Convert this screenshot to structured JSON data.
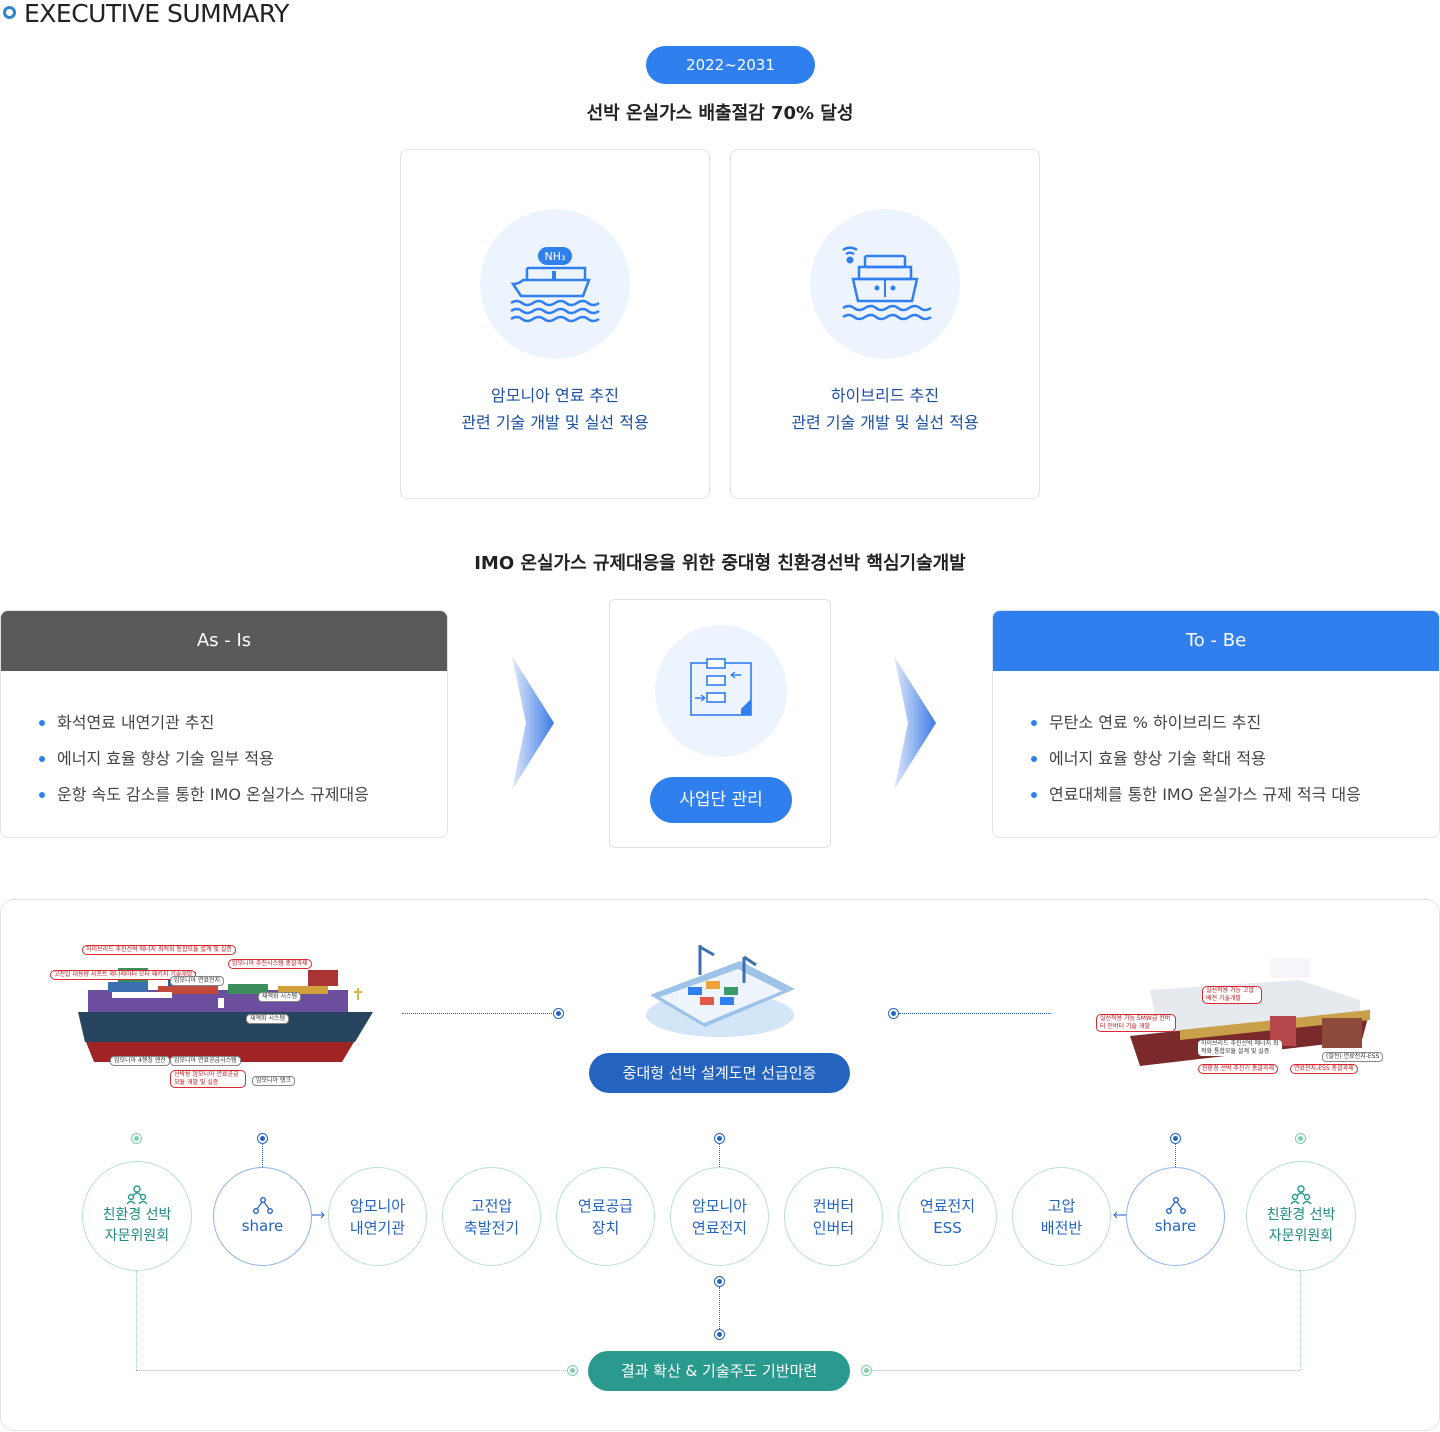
{
  "header": {
    "title": "EXECUTIVE SUMMARY"
  },
  "period": "2022~2031",
  "goal": "선박 온실가스 배출절감 70% 달성",
  "cards": [
    {
      "icon": "ammonia-ship-icon",
      "badge": "NH₃",
      "line1": "암모니아 연료 추진",
      "line2": "관련 기술 개발 및 실선 적용"
    },
    {
      "icon": "hybrid-ship-icon",
      "line1": "하이브리드 추진",
      "line2": "관련 기술 개발 및 실선 적용"
    }
  ],
  "section_title": "IMO 온실가스 규제대응을 위한 중대형 친환경선박 핵심기술개발",
  "as_is": {
    "title": "As - Is",
    "color": "#5a5a5a",
    "items": [
      "화석연료 내연기관 추진",
      "에너지 효율 향상 기술 일부 적용",
      "운항 속도 감소를 통한 IMO 온실가스 규제대응"
    ]
  },
  "center": {
    "label": "사업단 관리",
    "icon": "flowchart-icon"
  },
  "to_be": {
    "title": "To - Be",
    "color": "#2f7fef",
    "items": [
      "무탄소 연료 % 하이브리드 추진",
      "에너지 효율 향상 기술 확대 적용",
      "연료대체를 통한 IMO 온실가스 규제 적극 대응"
    ]
  },
  "left_ship_tags": {
    "t1": "하이브리드 추진선박 에너지 최적화 통합모듈 설계 및 실증",
    "t2": "고전압 대용량 샤프트 제너레이터 모터 패키지 기술개발",
    "t3": "암모니아 연료전지",
    "t4": "암모니아 추진시스템 총괄과제",
    "t5": "재액화 시스템",
    "t6": "재액화 시스템",
    "t7": "암모니아 4행정 엔진",
    "t8": "암모니아 연료공급시스템",
    "t9": "선박용 암모니아 연료공급 모듈 개발 및 실증",
    "t10": "암모니아 탱크"
  },
  "right_ship_tags": {
    "t1": "실선적용 가능 고압배전 기술개발",
    "t2": "실선적용 가능 5MW급 컨버터 인버터 기술 개발",
    "t3": "하이브리드 추진선박 에너지 최적화 통합모듈 설계 및 실증",
    "t4": "친환경 선박 추진기 총괄과제",
    "t5": "(발전) 연료전지-ESS",
    "t6": "연료전지-ESS 총괄과제"
  },
  "certification": "중대형 선박 설계도면 선급인증",
  "result": "결과 확산 & 기술주도 기반마련",
  "nodes": [
    {
      "label": "친환경 선박\n자문위원회",
      "icon": "committee-icon"
    },
    {
      "label": "share",
      "icon": "share-icon"
    },
    {
      "label": "암모니아\n내연기관"
    },
    {
      "label": "고전압\n축발전기"
    },
    {
      "label": "연료공급\n장치"
    },
    {
      "label": "암모니아\n연료전지"
    },
    {
      "label": "컨버터\n인버터"
    },
    {
      "label": "연료전지\nESS"
    },
    {
      "label": "고압\n배전반"
    },
    {
      "label": "share",
      "icon": "share-icon"
    },
    {
      "label": "친환경 선박\n자문위원회",
      "icon": "committee-icon"
    }
  ],
  "colors": {
    "primary": "#2f7fef",
    "navy": "#2463c0",
    "teal": "#2a9a8f",
    "gray": "#5a5a5a"
  }
}
